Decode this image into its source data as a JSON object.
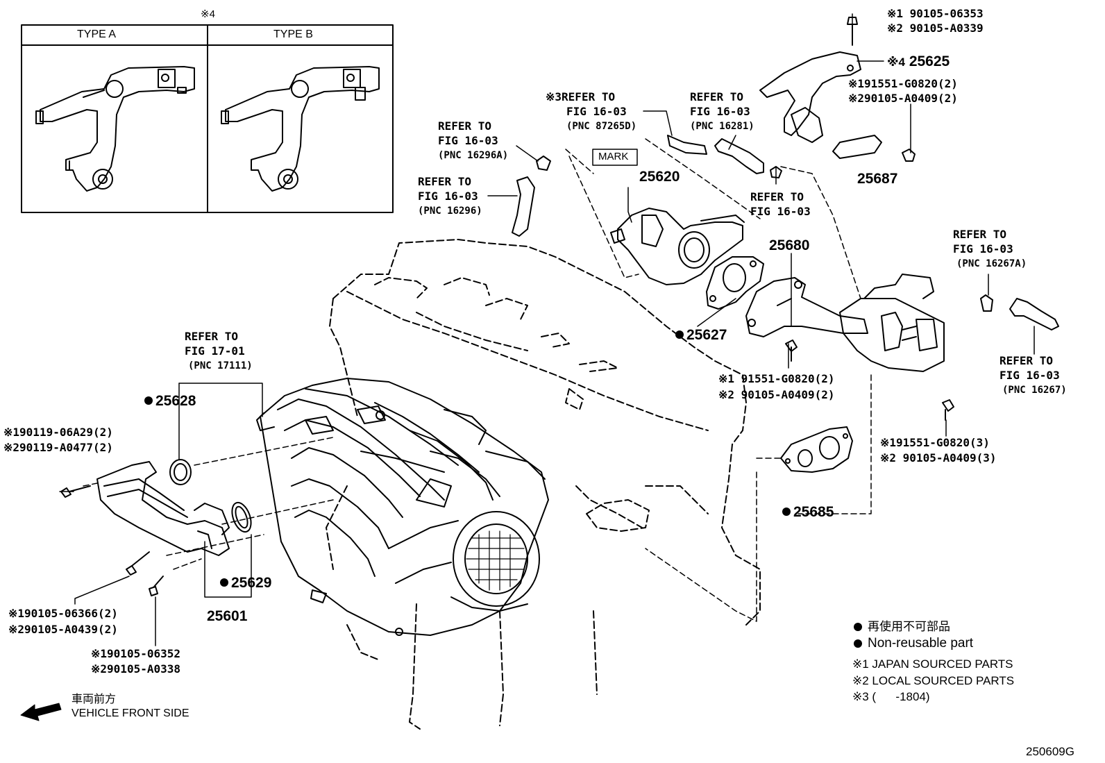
{
  "inset": {
    "marker": "※4",
    "type_a": "TYPE A",
    "type_b": "TYPE B"
  },
  "parts": {
    "p25625": {
      "mark": "※4",
      "number": "25625"
    },
    "p25620": "25620",
    "p25687": "25687",
    "p25680": "25680",
    "p25627": "25627",
    "p25628": "25628",
    "p25629": "25629",
    "p25601": "25601",
    "p25685": "25685",
    "mark_label": "MARK"
  },
  "bolts": {
    "top_right": [
      "※1 90105-06353",
      "※2 90105-A0339"
    ],
    "bracket": [
      "※191551-G0820(2)",
      "※290105-A0409(2)"
    ],
    "mid": [
      "※1 91551-G0820(2)",
      "※2 90105-A0409(2)"
    ],
    "egr_valve": [
      "※191551-G0820(3)",
      "※2 90105-A0409(3)"
    ],
    "left_top": [
      "※190119-06A29(2)",
      "※290119-A0477(2)"
    ],
    "left_bottom": [
      "※190105-06366(2)",
      "※290105-A0439(2)"
    ],
    "bottom": [
      "※190105-06352",
      "※290105-A0338"
    ]
  },
  "refs": {
    "r16296a": [
      "REFER TO",
      "FIG 16-03",
      "(PNC 16296A)"
    ],
    "r16296": [
      "REFER TO",
      "FIG 16-03",
      "(PNC 16296)"
    ],
    "r87265d": [
      "※3REFER TO",
      "FIG 16-03",
      "(PNC 87265D)"
    ],
    "r16281": [
      "REFER TO",
      "FIG 16-03",
      "(PNC 16281)"
    ],
    "r_mid": [
      "REFER TO",
      "FIG 16-03"
    ],
    "r16267a": [
      "REFER TO",
      "FIG 16-03",
      "(PNC 16267A)"
    ],
    "r16267": [
      "REFER TO",
      "FIG 16-03",
      "(PNC 16267)"
    ],
    "r17111": [
      "REFER TO",
      "FIG 17-01",
      "(PNC 17111)"
    ]
  },
  "legend": {
    "non_reusable_jp": "再使用不可部品",
    "non_reusable_en": "Non-reusable part",
    "note1": "※1 JAPAN SOURCED PARTS",
    "note2": "※2 LOCAL SOURCED PARTS",
    "note3": "※3 (      -1804)"
  },
  "front": {
    "jp": "車両前方",
    "en": "VEHICLE FRONT SIDE"
  },
  "figure_id": "250609G"
}
